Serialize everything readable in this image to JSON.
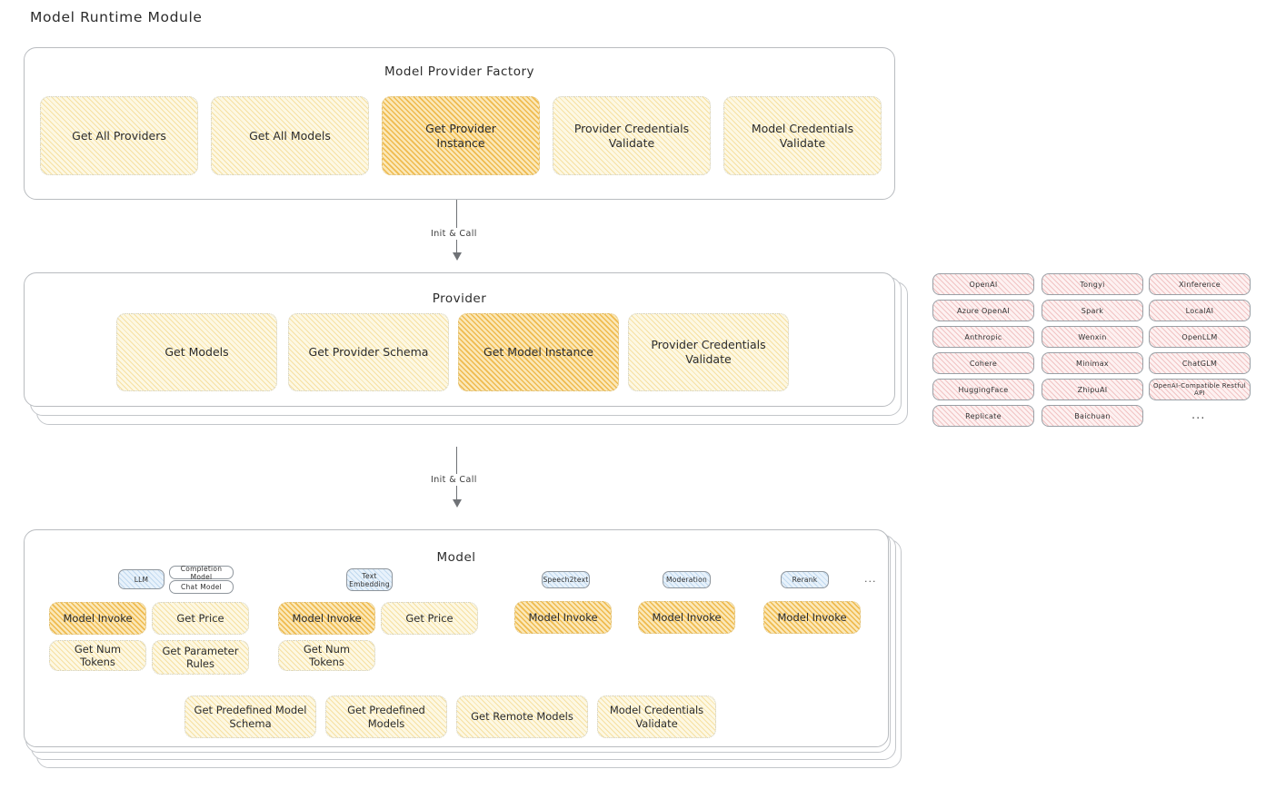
{
  "page": {
    "title": "Model Runtime Module"
  },
  "colors": {
    "highlight_amber": "#f0b84a",
    "node_cream": "#fdf8e3",
    "provider_rose": "#fdf1f1",
    "badge_blue": "#e8f2fb",
    "panel_border": "#b9bcc0",
    "arrow": "#6f7276"
  },
  "factory": {
    "title": "Model Provider Factory",
    "nodes": [
      {
        "label": "Get All Providers",
        "highlight": false
      },
      {
        "label": "Get All Models",
        "highlight": false
      },
      {
        "label": "Get Provider\nInstance",
        "highlight": true
      },
      {
        "label": "Provider Credentials\nValidate",
        "highlight": false
      },
      {
        "label": "Model Credentials\nValidate",
        "highlight": false
      }
    ]
  },
  "connector1": {
    "label": "Init & Call"
  },
  "provider": {
    "title": "Provider",
    "nodes": [
      {
        "label": "Get Models",
        "highlight": false
      },
      {
        "label": "Get Provider Schema",
        "highlight": false
      },
      {
        "label": "Get Model Instance",
        "highlight": true
      },
      {
        "label": "Provider Credentials\nValidate",
        "highlight": false
      }
    ]
  },
  "connector2": {
    "label": "Init & Call"
  },
  "provider_list": {
    "columns": [
      {
        "items": [
          "OpenAI",
          "Azure OpenAI",
          "Anthropic",
          "Cohere",
          "HuggingFace",
          "Replicate"
        ]
      },
      {
        "items": [
          "Tongyi",
          "Spark",
          "Wenxin",
          "Minimax",
          "ZhipuAI",
          "Baichuan"
        ]
      },
      {
        "items": [
          "Xinference",
          "LocalAI",
          "OpenLLM",
          "ChatGLM",
          "OpenAI-Compatible Restful API"
        ]
      }
    ],
    "more": "..."
  },
  "model": {
    "title": "Model",
    "more": "...",
    "types": [
      {
        "badge": "LLM",
        "sub_badges": [
          "Completion Model",
          "Chat Model"
        ],
        "nodes": [
          {
            "label": "Model Invoke",
            "highlight": true
          },
          {
            "label": "Get Price",
            "highlight": false
          },
          {
            "label": "Get Num Tokens",
            "highlight": false
          },
          {
            "label": "Get Parameter\nRules",
            "highlight": false
          }
        ]
      },
      {
        "badge": "Text\nEmbedding",
        "sub_badges": [],
        "nodes": [
          {
            "label": "Model Invoke",
            "highlight": true
          },
          {
            "label": "Get Price",
            "highlight": false
          },
          {
            "label": "Get Num Tokens",
            "highlight": false
          }
        ]
      },
      {
        "badge": "Speech2text",
        "sub_badges": [],
        "nodes": [
          {
            "label": "Model Invoke",
            "highlight": true
          }
        ]
      },
      {
        "badge": "Moderation",
        "sub_badges": [],
        "nodes": [
          {
            "label": "Model Invoke",
            "highlight": true
          }
        ]
      },
      {
        "badge": "Rerank",
        "sub_badges": [],
        "nodes": [
          {
            "label": "Model Invoke",
            "highlight": true
          }
        ]
      }
    ],
    "common_nodes": [
      {
        "label": "Get Predefined Model\nSchema",
        "highlight": false
      },
      {
        "label": "Get Predefined\nModels",
        "highlight": false
      },
      {
        "label": "Get Remote Models",
        "highlight": false
      },
      {
        "label": "Model Credentials\nValidate",
        "highlight": false
      }
    ]
  }
}
